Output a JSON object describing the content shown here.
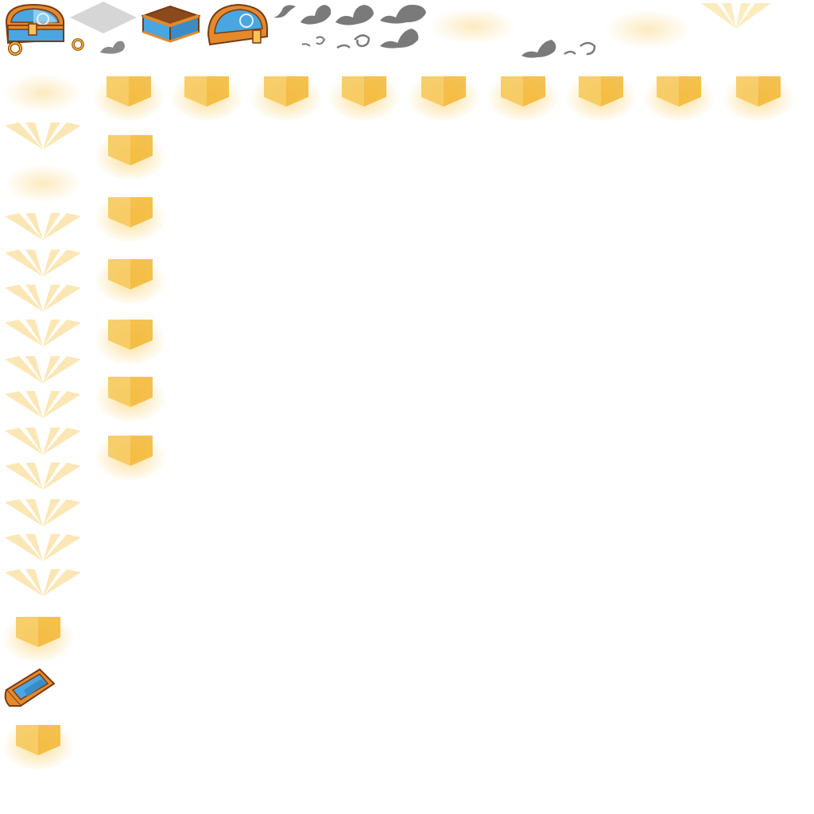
{
  "sheet": {
    "colors": {
      "gold_glow": "#f7c548",
      "gold_core": "#f2b632",
      "gold_light": "#fde7a3",
      "chest_blue": "#4aa6e0",
      "chest_blue_light": "#a9dcf7",
      "chest_trim": "#e38a2c",
      "chest_outline": "#7a3a12",
      "wood_brown": "#8b4a1c",
      "smoke_gray": "#7a7a7a",
      "tile_gray": "#d6d6d6",
      "background": "#ffffff"
    },
    "sprites": {
      "chest_closed": "treasure-chest-closed",
      "ring": "ring-icon",
      "shadow_tile": "floor-shadow-tile",
      "chest_open": "treasure-chest-open",
      "chest_lid": "chest-lid",
      "smoke": "smoke-puff",
      "glow": "gold-glow",
      "burst": "light-burst"
    }
  }
}
